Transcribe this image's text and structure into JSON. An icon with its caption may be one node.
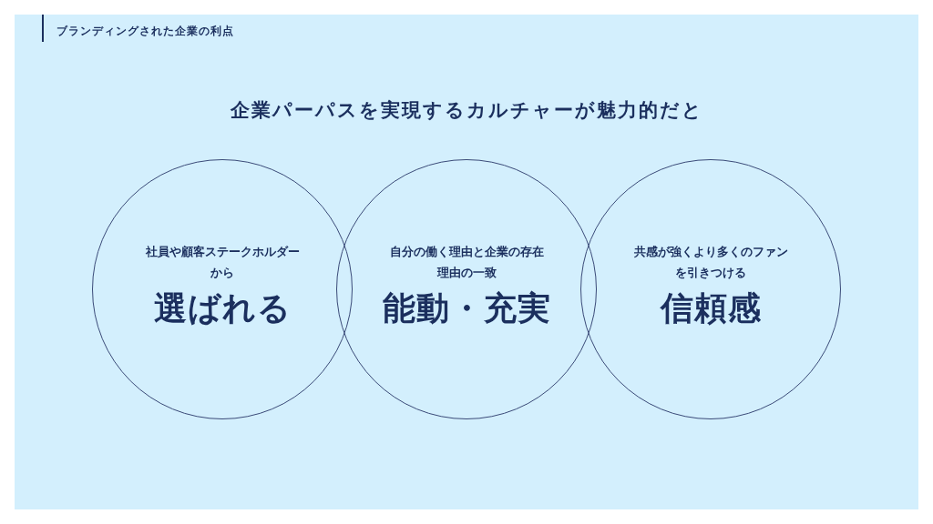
{
  "diagram": {
    "title": "企業パーパスを実現するカルチャーが魅力的だと",
    "nodes": [
      {
        "text": [
          "社員や顧客ステークホルダーから",
          "選ばれる"
        ]
      },
      {
        "text": [
          "自分の働く理由と企業の存在理由の一致",
          "能動・充実"
        ]
      },
      {
        "text": [
          "共感が強くより多くのファンを引きつける",
          "信頼感"
        ]
      }
    ],
    "edges": [],
    "labels": [
      "ブランディングされた企業の利点"
    ]
  }
}
